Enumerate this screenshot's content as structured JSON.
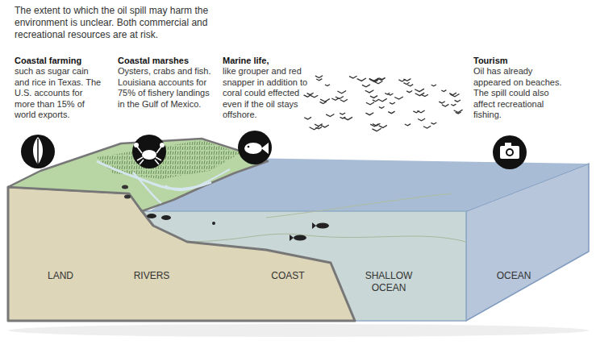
{
  "diagram": {
    "title": "The extent to which the oil spill may harm the environment is unclear. Both commercial and recreational resources are at risk.",
    "labels": [
      "Coastal farming",
      "such as sugar cain and rice in Texas. The U.S. accounts for more than 15% of world exports.",
      "Coastal marshes",
      "Oysters, crabs and fish. Louisiana accounts for 75% of fishery landings in the Gulf of Mexico.",
      "Marine life,",
      "like grouper and red snapper in addition to coral could effected even if the oil stays offshore.",
      "Tourism",
      "Oil has already appeared on beaches. The spill could also affect recreational fishing.",
      "LAND",
      "RIVERS",
      "COAST",
      "SHALLOW OCEAN",
      "OCEAN"
    ]
  }
}
